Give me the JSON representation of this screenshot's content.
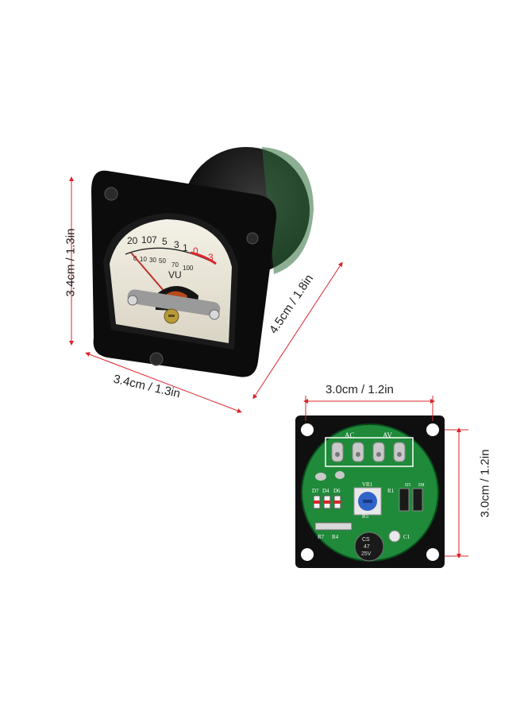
{
  "dimensions": {
    "height_left": "3.4cm / 1.3in",
    "width_front": "3.4cm / 1.3in",
    "depth": "4.5cm / 1.8in",
    "width_back": "3.0cm / 1.2in",
    "height_back": "3.0cm / 1.2in"
  },
  "meter": {
    "scale_top": [
      "20",
      "10",
      "7",
      "5",
      "3",
      "1",
      "0",
      "3"
    ],
    "scale_bottom": [
      "0",
      "10",
      "30",
      "50",
      "70",
      "100"
    ],
    "unit_label": "VU"
  },
  "pcb": {
    "labels": [
      "AC",
      "AV",
      "VR1",
      "R1",
      "D7",
      "D4",
      "D6",
      "R7",
      "R4",
      "R5",
      "C1",
      "D5",
      "D8"
    ],
    "capacitor_text": [
      "CS",
      "47",
      "25V"
    ]
  },
  "colors": {
    "dimension_line": "#d9262c",
    "pcb_green": "#1f8a3a",
    "housing": "#101010"
  }
}
